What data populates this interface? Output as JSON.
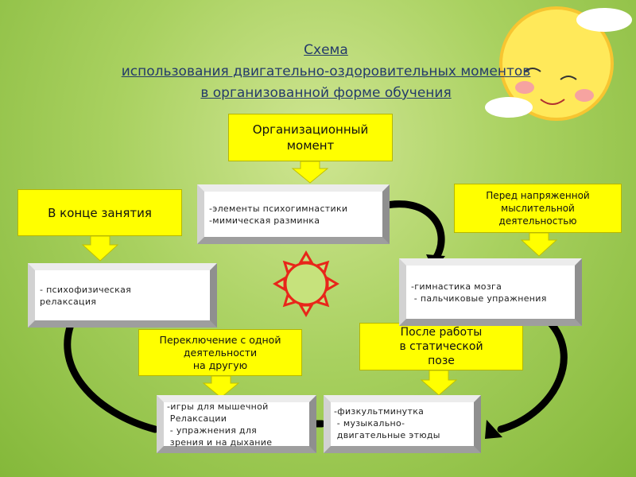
{
  "title": {
    "line1": "Схема",
    "line2": "использования двигательно-оздоровительных моментов",
    "line3": "в организованной форме обучения"
  },
  "headers": {
    "org": {
      "line1": "Организационный",
      "line2": "момент"
    },
    "end": "В конце занятия",
    "before": {
      "line1": "Перед напряженной",
      "line2": "мыслительной",
      "line3": "деятельностью"
    },
    "switch": {
      "line1": "Переключение с одной",
      "line2": "деятельности",
      "line3": "на другую"
    },
    "after": {
      "line1": "После работы",
      "line2": "в статической",
      "line3": "позе"
    }
  },
  "boxes": {
    "org": [
      "-элементы психогимнастики",
      "-мимическая разминка"
    ],
    "end": [
      "- психофизическая",
      "релаксация"
    ],
    "before": [
      "-гимнастика мозга",
      " - пальчиковые упражнения"
    ],
    "switch": [
      "-игры для мышечной",
      " Релаксации",
      " - упражнения для",
      " зрения и на дыхание"
    ],
    "after": [
      "-физкультминутка",
      " - музыкально-",
      " двигательные этюды"
    ]
  },
  "colors": {
    "header": "#ffff00",
    "title": "#243a6a",
    "sun": "#e8261a"
  }
}
